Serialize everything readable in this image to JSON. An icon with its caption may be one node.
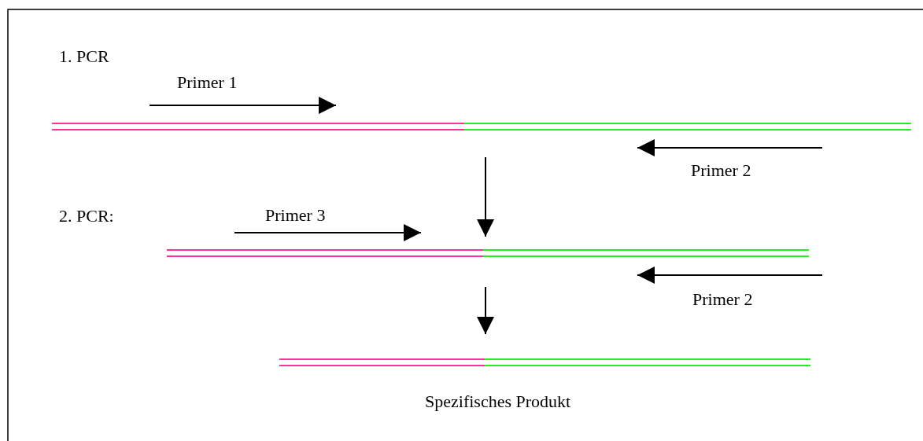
{
  "diagram": {
    "nodes": [
      {
        "text": [],
        "shape": "bar"
      },
      {
        "text": [],
        "shape": "bar"
      },
      {
        "text": [],
        "shape": "bar",
        "beside": [
          "Spezifisches Produkt"
        ]
      }
    ],
    "edges": [
      {
        "from": 0,
        "to": 1,
        "arrow": "to"
      },
      {
        "from": 1,
        "to": 2,
        "arrow": "to"
      }
    ],
    "labels": [
      "1. PCR",
      "Primer 1",
      "Primer 2",
      "2. PCR:",
      "Primer 3",
      "Primer 2"
    ]
  }
}
